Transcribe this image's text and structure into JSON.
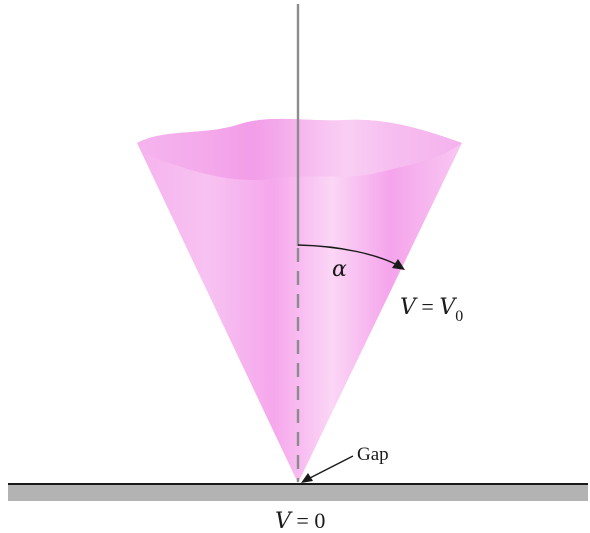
{
  "labels": {
    "angle_symbol": "α",
    "cone_potential_var": "V",
    "cone_potential_eq": " = ",
    "cone_potential_val": "V",
    "cone_potential_sub": "0",
    "gap_label": "Gap",
    "plane_potential_var": "V",
    "plane_potential_eq": " = ",
    "plane_potential_val": "0"
  },
  "colors": {
    "cone_fill": "#f7a6ee",
    "cone_highlight": "#fbd3f6",
    "plane_fill": "#b3b3b3",
    "axis_line": "#8c8c8c",
    "ink": "#1a1a1a"
  }
}
